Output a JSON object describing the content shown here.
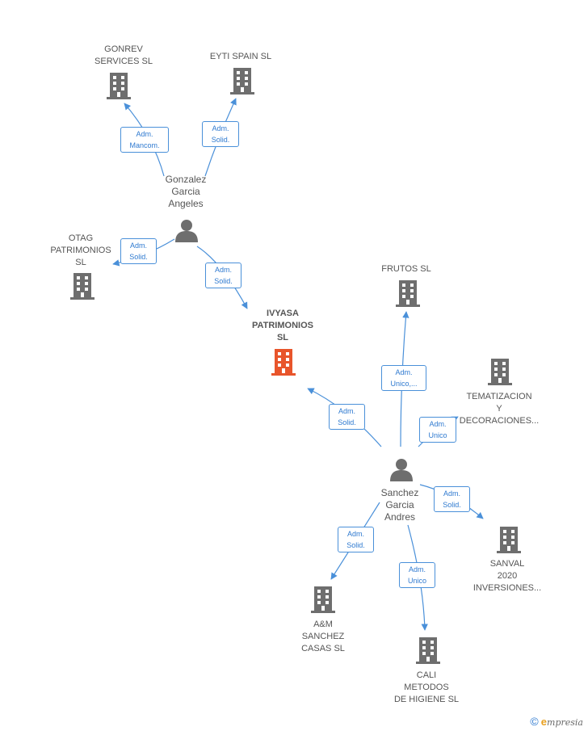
{
  "colors": {
    "edge": "#4a90d9",
    "building": "#6e6e6e",
    "focus_building": "#e8552b",
    "person": "#6e6e6e"
  },
  "nodes": {
    "gonrev": {
      "label": "GONREV\nSERVICES  SL",
      "icon": "building-icon"
    },
    "eyti": {
      "label": "EYTI SPAIN SL",
      "icon": "building-icon"
    },
    "gonzalez": {
      "label": "Gonzalez\nGarcia\nAngeles",
      "icon": "person-icon"
    },
    "otag": {
      "label": "OTAG\nPATRIMONIOS\nSL",
      "icon": "building-icon"
    },
    "ivyasa": {
      "label": "IVYASA\nPATRIMONIOS\nSL",
      "icon": "building-icon"
    },
    "frutos": {
      "label": "FRUTOS  SL",
      "icon": "building-icon"
    },
    "tematizacion": {
      "label": "TEMATIZACION\nY\nDECORACIONES...",
      "icon": "building-icon"
    },
    "sanchez": {
      "label": "Sanchez\nGarcia\nAndres",
      "icon": "person-icon"
    },
    "sanval": {
      "label": "SANVAL\n2020\nINVERSIONES...",
      "icon": "building-icon"
    },
    "am": {
      "label": "A&M\nSANCHEZ\nCASAS  SL",
      "icon": "building-icon"
    },
    "cali": {
      "label": "CALI\nMETODOS\nDE HIGIENE SL",
      "icon": "building-icon"
    }
  },
  "edges": {
    "gonzalez_gonrev": "Adm.\nMancom.",
    "gonzalez_eyti": "Adm.\nSolid.",
    "gonzalez_otag": "Adm.\nSolid.",
    "gonzalez_ivyasa": "Adm.\nSolid.",
    "sanchez_ivyasa": "Adm.\nSolid.",
    "sanchez_frutos": "Adm.\nUnico,...",
    "sanchez_tematizacion": "Adm.\nUnico",
    "sanchez_sanval": "Adm.\nSolid.",
    "sanchez_am": "Adm.\nSolid.",
    "sanchez_cali": "Adm.\nUnico"
  },
  "footer": {
    "copyright_symbol": "©",
    "brand_initial": "e",
    "brand_rest": "mpresia"
  }
}
